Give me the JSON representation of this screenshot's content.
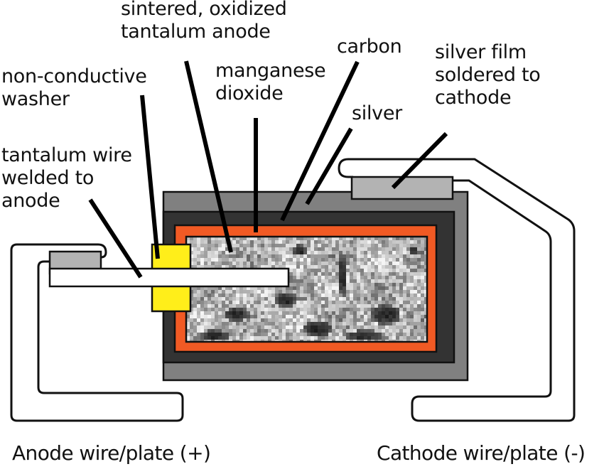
{
  "diagram": {
    "title": "Tantalum electrolytic capacitor cross-section",
    "colors": {
      "background": "#ffffff",
      "outline": "#111111",
      "silver_layer": "#808080",
      "carbon_layer": "#333333",
      "manganese_dioxide_layer": "#f15a24",
      "washer": "#ffee1a",
      "solder_block": "#b3b3b3",
      "wire": "#ffffff",
      "lead": "#ffffff"
    },
    "labels": {
      "sintered_anode": [
        "sintered, oxidized",
        "tantalum anode"
      ],
      "non_conductive_washer": [
        "non-conductive",
        "washer"
      ],
      "manganese_dioxide": [
        "manganese",
        "dioxide"
      ],
      "carbon": [
        "carbon"
      ],
      "silver": [
        "silver"
      ],
      "silver_film": [
        "silver film",
        "soldered to",
        "cathode"
      ],
      "tantalum_wire": [
        "tantalum wire",
        "welded to",
        "anode"
      ],
      "anode_lead": "Anode wire/plate (+)",
      "cathode_lead": "Cathode wire/plate (-)"
    }
  }
}
